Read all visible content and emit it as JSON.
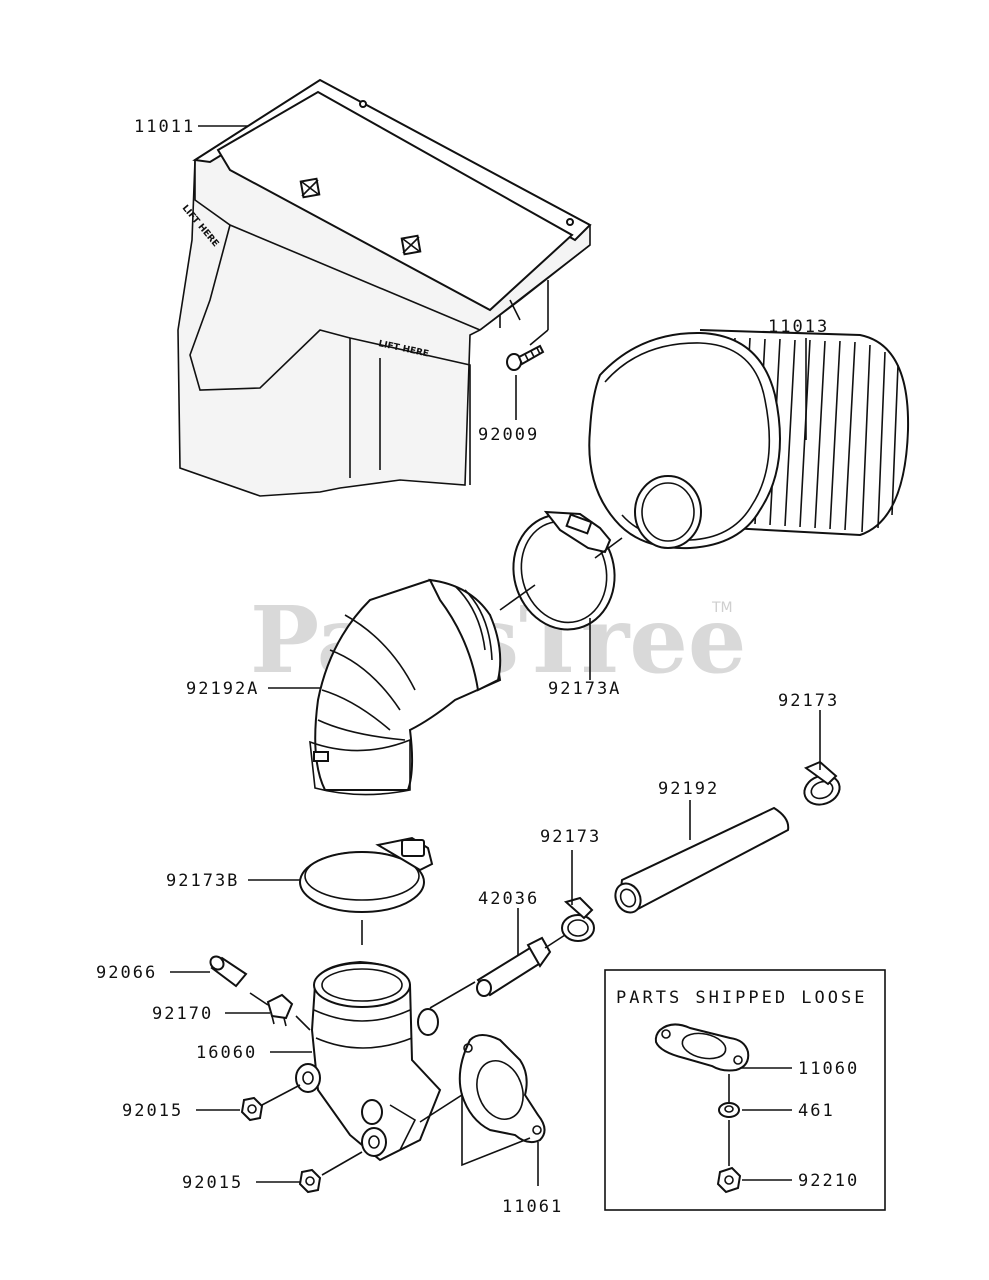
{
  "watermark": {
    "text": "PartsTree",
    "tm": "TM"
  },
  "decals": {
    "lift_here_1": "LIFT HERE",
    "lift_here_2": "LIFT HERE"
  },
  "parts": {
    "p11011": "11011",
    "p11013": "11013",
    "p92009": "92009",
    "p92192A": "92192A",
    "p92173A": "92173A",
    "p92173_top": "92173",
    "p92192": "92192",
    "p92173_mid": "92173",
    "p42036": "42036",
    "p92173B": "92173B",
    "p92066": "92066",
    "p92170": "92170",
    "p16060": "16060",
    "p92015_a": "92015",
    "p92015_b": "92015",
    "p11061": "11061"
  },
  "loose_box": {
    "title": "PARTS SHIPPED LOOSE",
    "p11060": "11060",
    "p461": "461",
    "p92210": "92210"
  }
}
